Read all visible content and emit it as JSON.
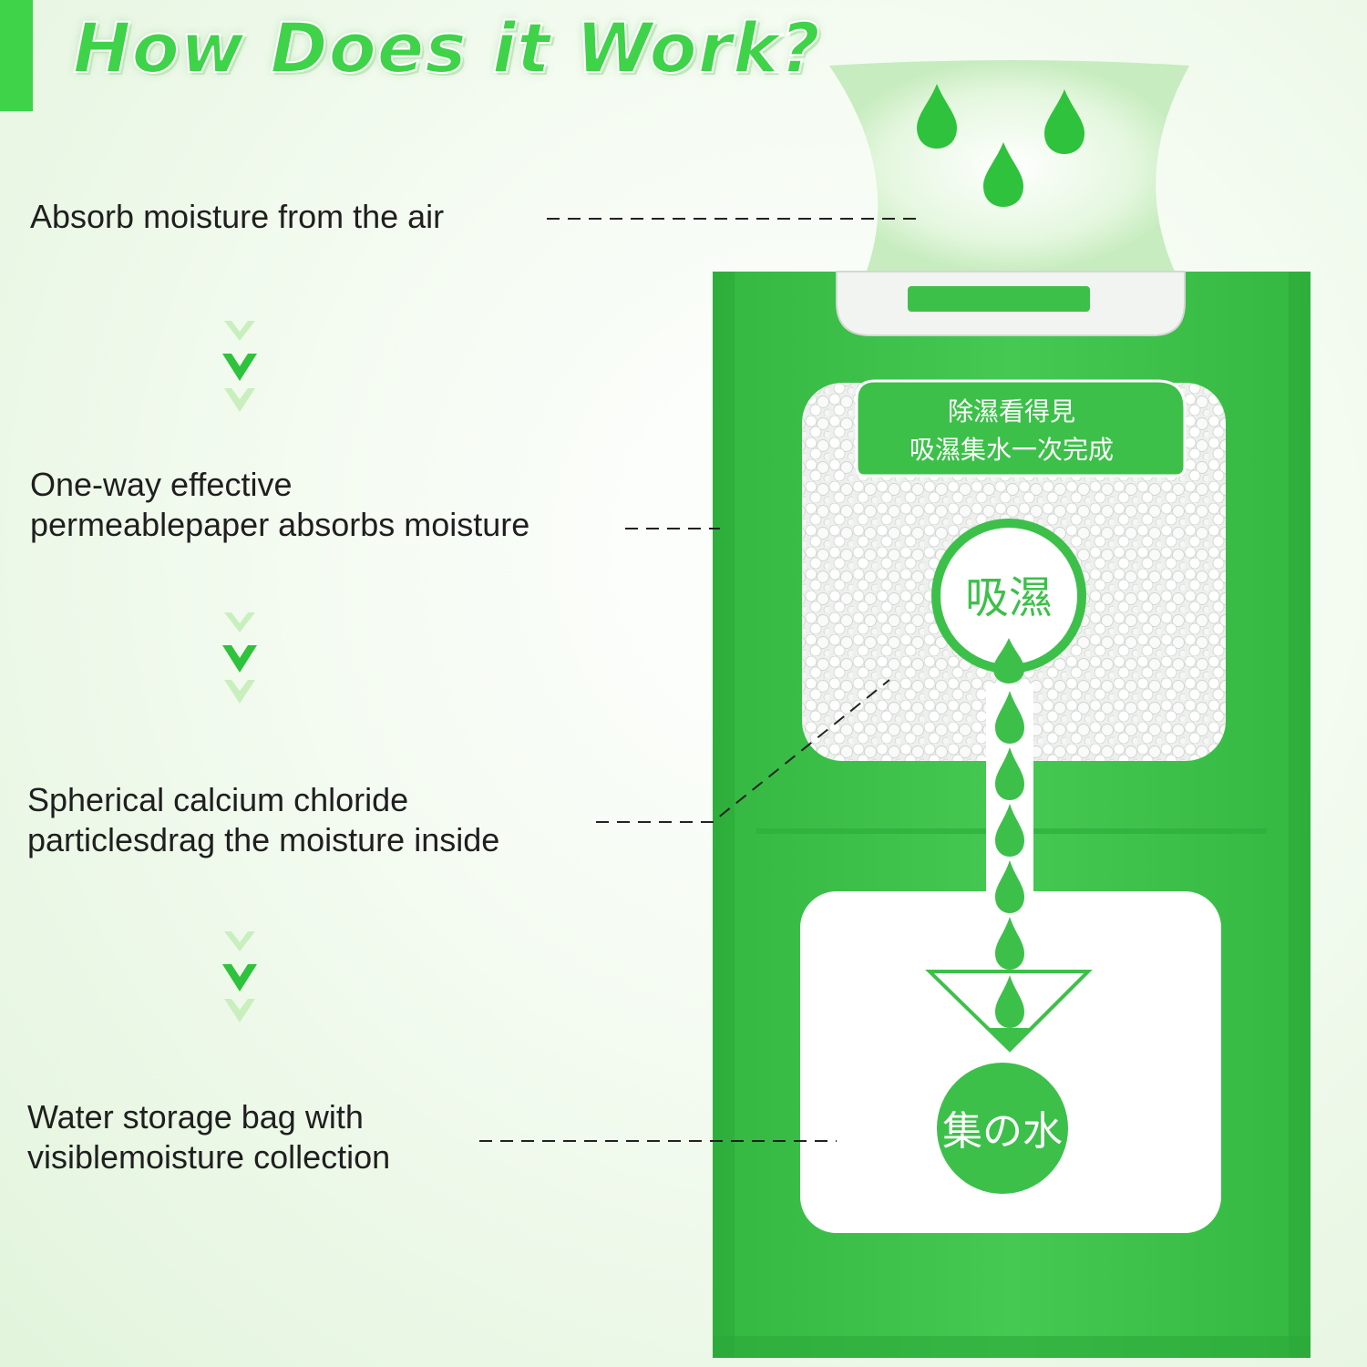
{
  "header": {
    "title": "How Does it Work?"
  },
  "steps": [
    {
      "line1": "Absorb moisture from the air",
      "line2": ""
    },
    {
      "line1": "One-way effective",
      "line2": "permeablepaper absorbs moisture"
    },
    {
      "line1": "Spherical calcium chloride",
      "line2": "particlesdrag the moisture inside"
    },
    {
      "line1": "Water storage bag with",
      "line2": "visiblemoisture collection"
    }
  ],
  "product": {
    "banner_line1": "除濕看得見",
    "banner_line2": "吸濕集水一次完成",
    "absorb_label": "吸濕",
    "collect_label": "集の水"
  },
  "colors": {
    "accent": "#3fd34a",
    "bag_green": "#3dc04a",
    "dark_green": "#2aa83a",
    "text": "#1f1f1f",
    "dash": "#222222"
  },
  "icons": [
    "chevron-down-icon",
    "water-drop-icon"
  ]
}
